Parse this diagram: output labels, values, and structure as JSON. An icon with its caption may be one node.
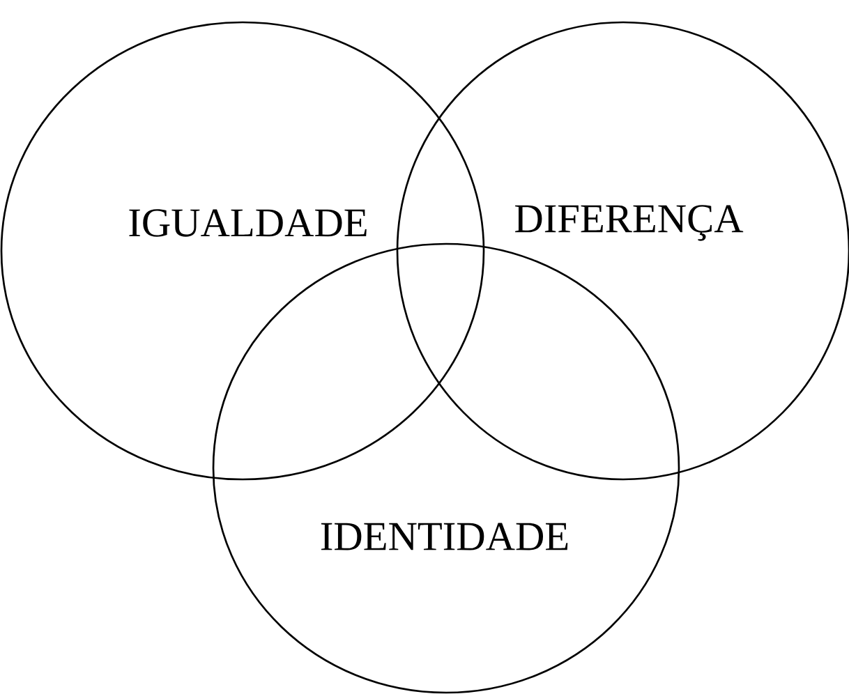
{
  "diagram": {
    "nodes": [
      {
        "text": [
          "IGUALDADE"
        ]
      },
      {
        "text": [
          "DIFERENÇA"
        ]
      },
      {
        "text": [
          "IDENTIDADE"
        ]
      }
    ]
  }
}
